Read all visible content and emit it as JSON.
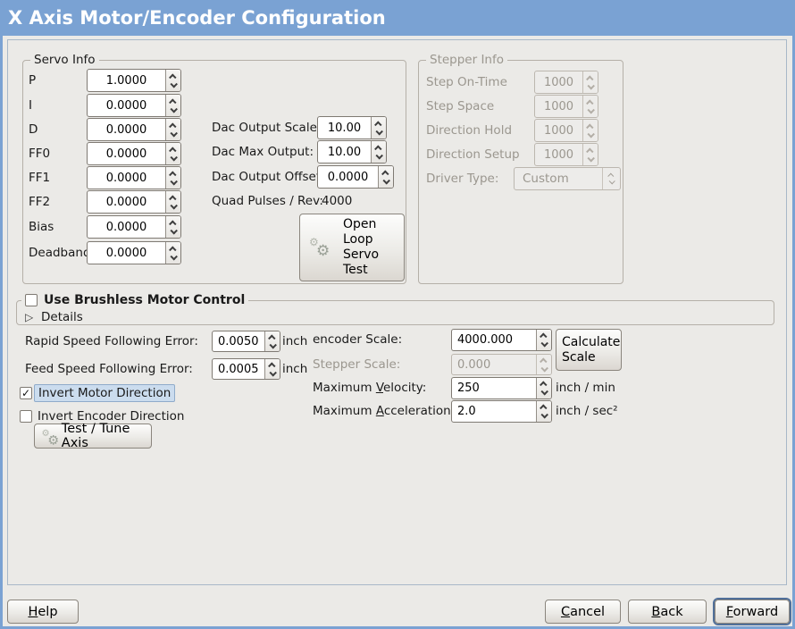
{
  "window": {
    "title": "X Axis Motor/Encoder Configuration"
  },
  "colors": {
    "titlebar": "#7aa2d3",
    "background": "#ebeae7",
    "selection": "#cbdcee"
  },
  "icons": {
    "gear": "⚙",
    "checkmark": "✓",
    "expander_collapsed": "▷"
  },
  "servo_info": {
    "title": "Servo Info",
    "fields": [
      {
        "label": "P",
        "value": "1.0000"
      },
      {
        "label": "I",
        "value": "0.0000"
      },
      {
        "label": "D",
        "value": "0.0000"
      },
      {
        "label": "FF0",
        "value": "0.0000"
      },
      {
        "label": "FF1",
        "value": "0.0000"
      },
      {
        "label": "FF2",
        "value": "0.0000"
      },
      {
        "label": "Bias",
        "value": "0.0000"
      },
      {
        "label": "Deadband",
        "value": "0.0000"
      }
    ],
    "dac": [
      {
        "label": "Dac Output Scale:",
        "value": "10.00"
      },
      {
        "label": "Dac Max Output:",
        "value": "10.00"
      },
      {
        "label": "Dac Output Offset:",
        "value": "0.0000"
      }
    ],
    "quad_pulses_label": "Quad Pulses / Rev:",
    "quad_pulses_value": "4000",
    "open_loop_button": {
      "lines": [
        "Open",
        "Loop",
        "Servo",
        "Test"
      ]
    }
  },
  "stepper_info": {
    "title": "Stepper Info",
    "fields": [
      {
        "label": "Step On-Time",
        "value": "1000"
      },
      {
        "label": "Step Space",
        "value": "1000"
      },
      {
        "label": "Direction Hold",
        "value": "1000"
      },
      {
        "label": "Direction Setup",
        "value": "1000"
      }
    ],
    "driver_type_label": "Driver Type:",
    "driver_type_value": "Custom"
  },
  "brushless": {
    "checkbox_label": "Use Brushless Motor Control",
    "details_label": "Details"
  },
  "following_error": {
    "rapid_label": "Rapid Speed Following Error:",
    "rapid_value": "0.0050",
    "rapid_unit": "inch",
    "feed_label": "Feed Speed Following Error:",
    "feed_value": "0.0005",
    "feed_unit": "inch"
  },
  "scales": {
    "encoder_label": "encoder Scale:",
    "encoder_value": "4000.000",
    "calculate_button_lines": [
      "Calculate",
      "Scale"
    ],
    "stepper_label": "Stepper Scale:",
    "stepper_value": "0.000",
    "velocity_label_pre": "Maximum ",
    "velocity_label_word": "Velocity:",
    "velocity_value": "250",
    "velocity_unit": "inch / min",
    "accel_label_pre": "Maximum ",
    "accel_label_word": "Acceleration:",
    "accel_value": "2.0",
    "accel_unit": "inch / sec²"
  },
  "invert": {
    "motor_label": "Invert Motor Direction",
    "encoder_label": "Invert Encoder Direction"
  },
  "test_tune_button": "Test / Tune Axis",
  "footer": {
    "help": "Help",
    "cancel": "Cancel",
    "back": "Back",
    "forward": "Forward"
  }
}
